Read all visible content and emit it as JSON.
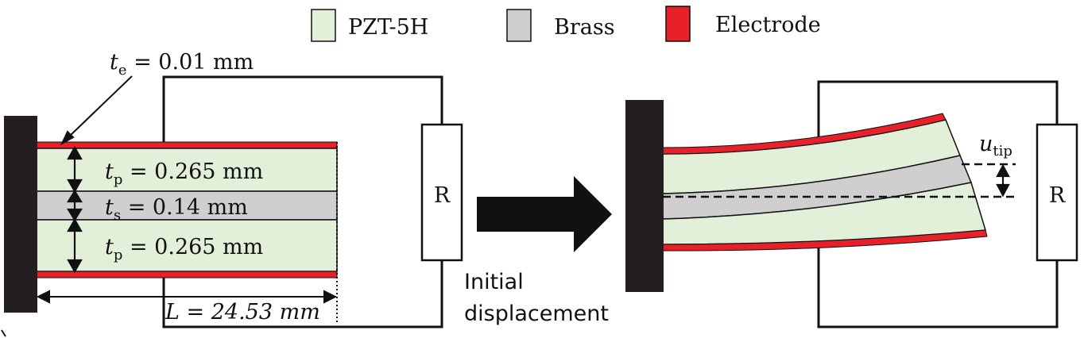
{
  "legend": {
    "items": [
      {
        "label": "PZT-5H",
        "color": "#e2f0d9"
      },
      {
        "label": "Brass",
        "color": "#d0cece"
      },
      {
        "label": "Electrode",
        "color": "#e8202a"
      }
    ]
  },
  "labels": {
    "te_symbol": "t",
    "te_sub": "e",
    "te_value": " = 0.01 mm",
    "tp_symbol": "t",
    "tp_sub": "p",
    "tp_top_value": " = 0.265 mm",
    "tp_bottom_value": " = 0.265 mm",
    "ts_symbol": "t",
    "ts_sub": "s",
    "ts_value": " = 0.14 mm",
    "length": "L = 24.53 mm",
    "resistor_left": "R",
    "resistor_right": "R",
    "arrow_line1": "Initial",
    "arrow_line2": "displacement",
    "utip_symbol": "u",
    "utip_sub": "tip"
  },
  "colors": {
    "pzt": "#e2f0d9",
    "brass": "#d0cece",
    "electrode": "#e8202a",
    "clamp": "#231f20",
    "wire": "#111111"
  }
}
